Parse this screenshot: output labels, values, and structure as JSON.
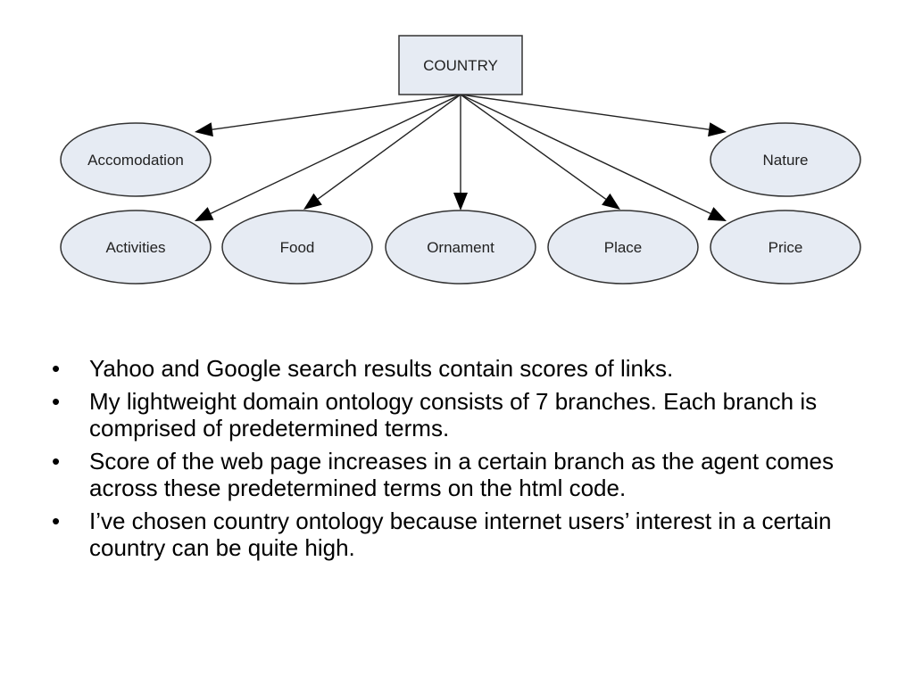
{
  "diagram": {
    "root": {
      "label": "COUNTRY"
    },
    "nodes": [
      {
        "id": "accomodation",
        "label": "Accomodation"
      },
      {
        "id": "nature",
        "label": "Nature"
      },
      {
        "id": "activities",
        "label": "Activities"
      },
      {
        "id": "food",
        "label": "Food"
      },
      {
        "id": "ornament",
        "label": "Ornament"
      },
      {
        "id": "place",
        "label": "Place"
      },
      {
        "id": "price",
        "label": "Price"
      }
    ],
    "edges": [
      {
        "from": "root",
        "to": "accomodation"
      },
      {
        "from": "root",
        "to": "nature"
      },
      {
        "from": "root",
        "to": "activities"
      },
      {
        "from": "root",
        "to": "food"
      },
      {
        "from": "root",
        "to": "ornament"
      },
      {
        "from": "root",
        "to": "place"
      },
      {
        "from": "root",
        "to": "price"
      }
    ],
    "colors": {
      "fill": "#e6ebf3",
      "stroke": "#333333",
      "edge": "#222222"
    }
  },
  "bullets": {
    "symbol": "•",
    "items": [
      "Yahoo and Google search results contain scores of links.",
      "My lightweight domain ontology consists of 7 branches. Each branch is comprised of predetermined terms.",
      " Score of the web page increases in a certain branch as the agent comes across these predetermined terms on the html code.",
      "I’ve chosen country ontology because internet users’ interest in a certain country can be quite high."
    ]
  }
}
